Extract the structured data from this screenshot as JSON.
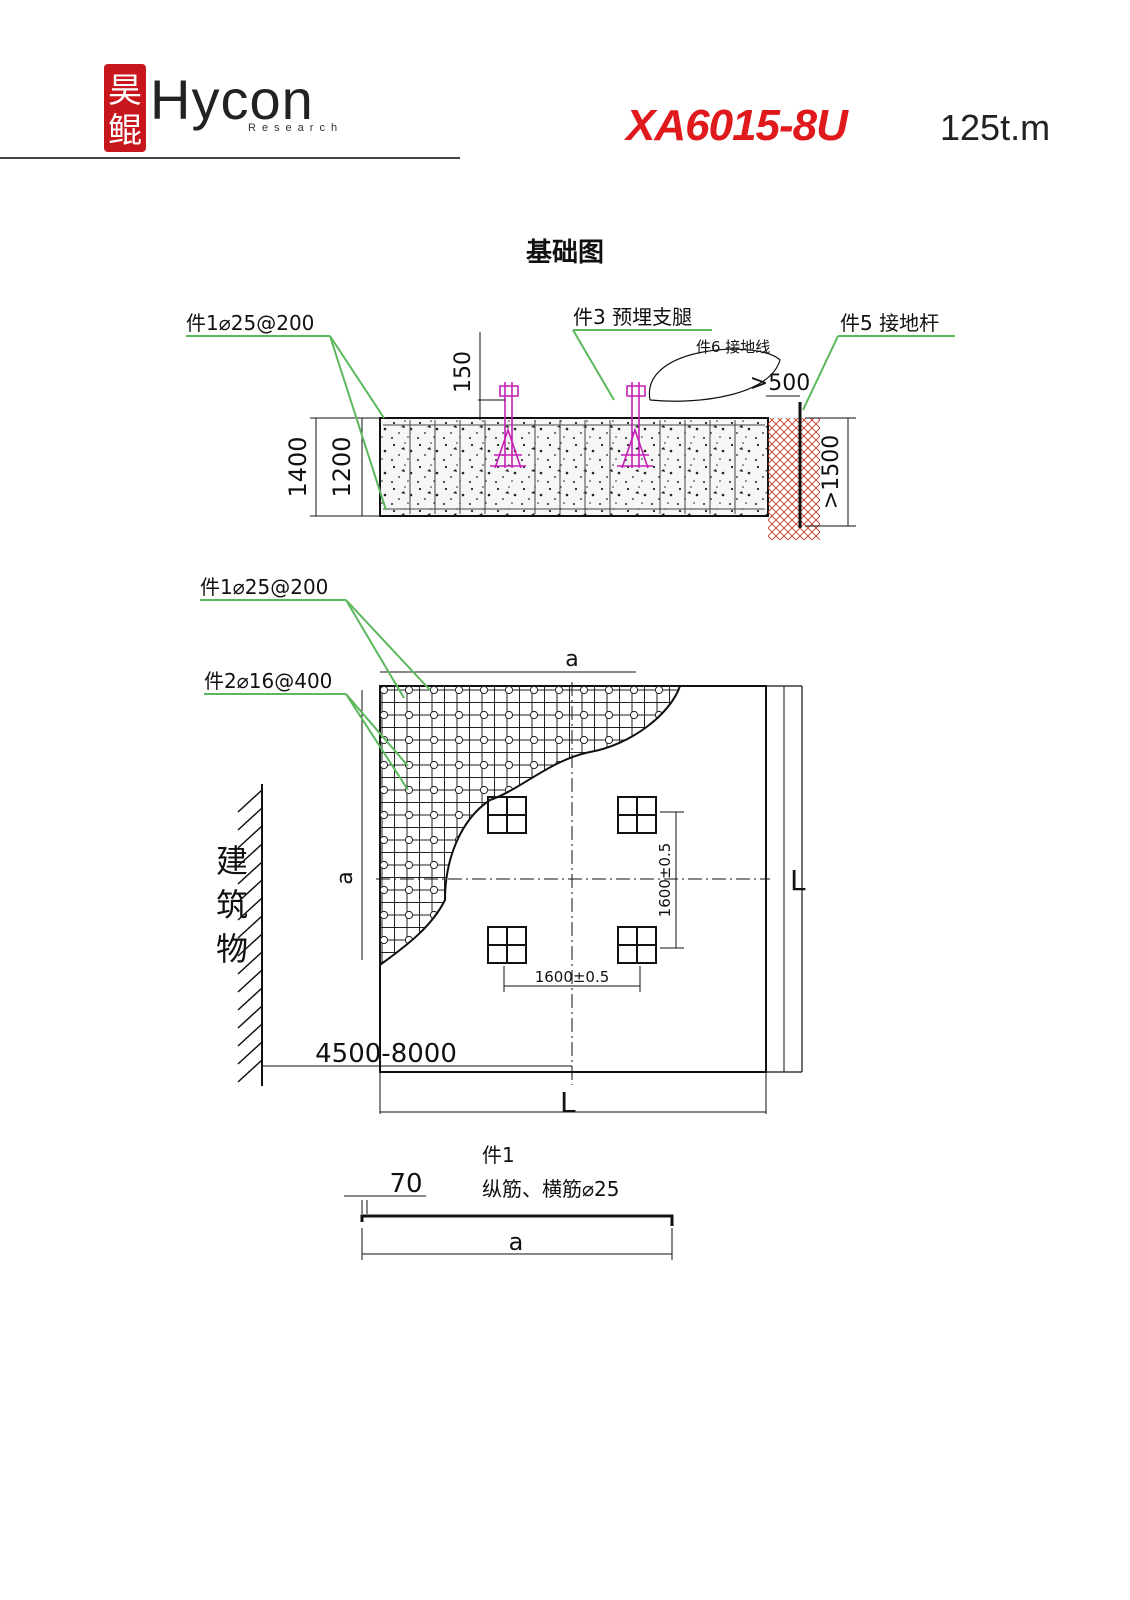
{
  "header": {
    "logo_seal_text": "昊鲲",
    "logo_word": "Hycon",
    "logo_sub": "Research",
    "model": "XA6015-8U",
    "moment": "125t.m",
    "model_color": "#e0191c",
    "seal_color": "#c8161d"
  },
  "title": "基础图",
  "section": {
    "label_part1": "件1⌀25@200",
    "label_part3": "件3  预埋支腿",
    "label_part6": "件6  接地线",
    "label_part5": "件5  接地杆",
    "dim_150": "150",
    "dim_1400": "1400",
    "dim_1200": "1200",
    "dim_500": ">500",
    "dim_1500": ">1500"
  },
  "plan": {
    "label_part1": "件1⌀25@200",
    "label_part2": "件2⌀16@400",
    "dim_a_top": "a",
    "dim_a_left": "a",
    "dim_1600_v": "1600±0.5",
    "dim_1600_h": "1600±0.5",
    "dim_4500": "4500-8000",
    "dim_L_bottom": "L",
    "dim_L_right": "L",
    "building_label": "建筑物"
  },
  "detail": {
    "part_title": "件1",
    "part_desc": "纵筋、横筋⌀25",
    "dim_70": "70",
    "dim_a": "a"
  }
}
